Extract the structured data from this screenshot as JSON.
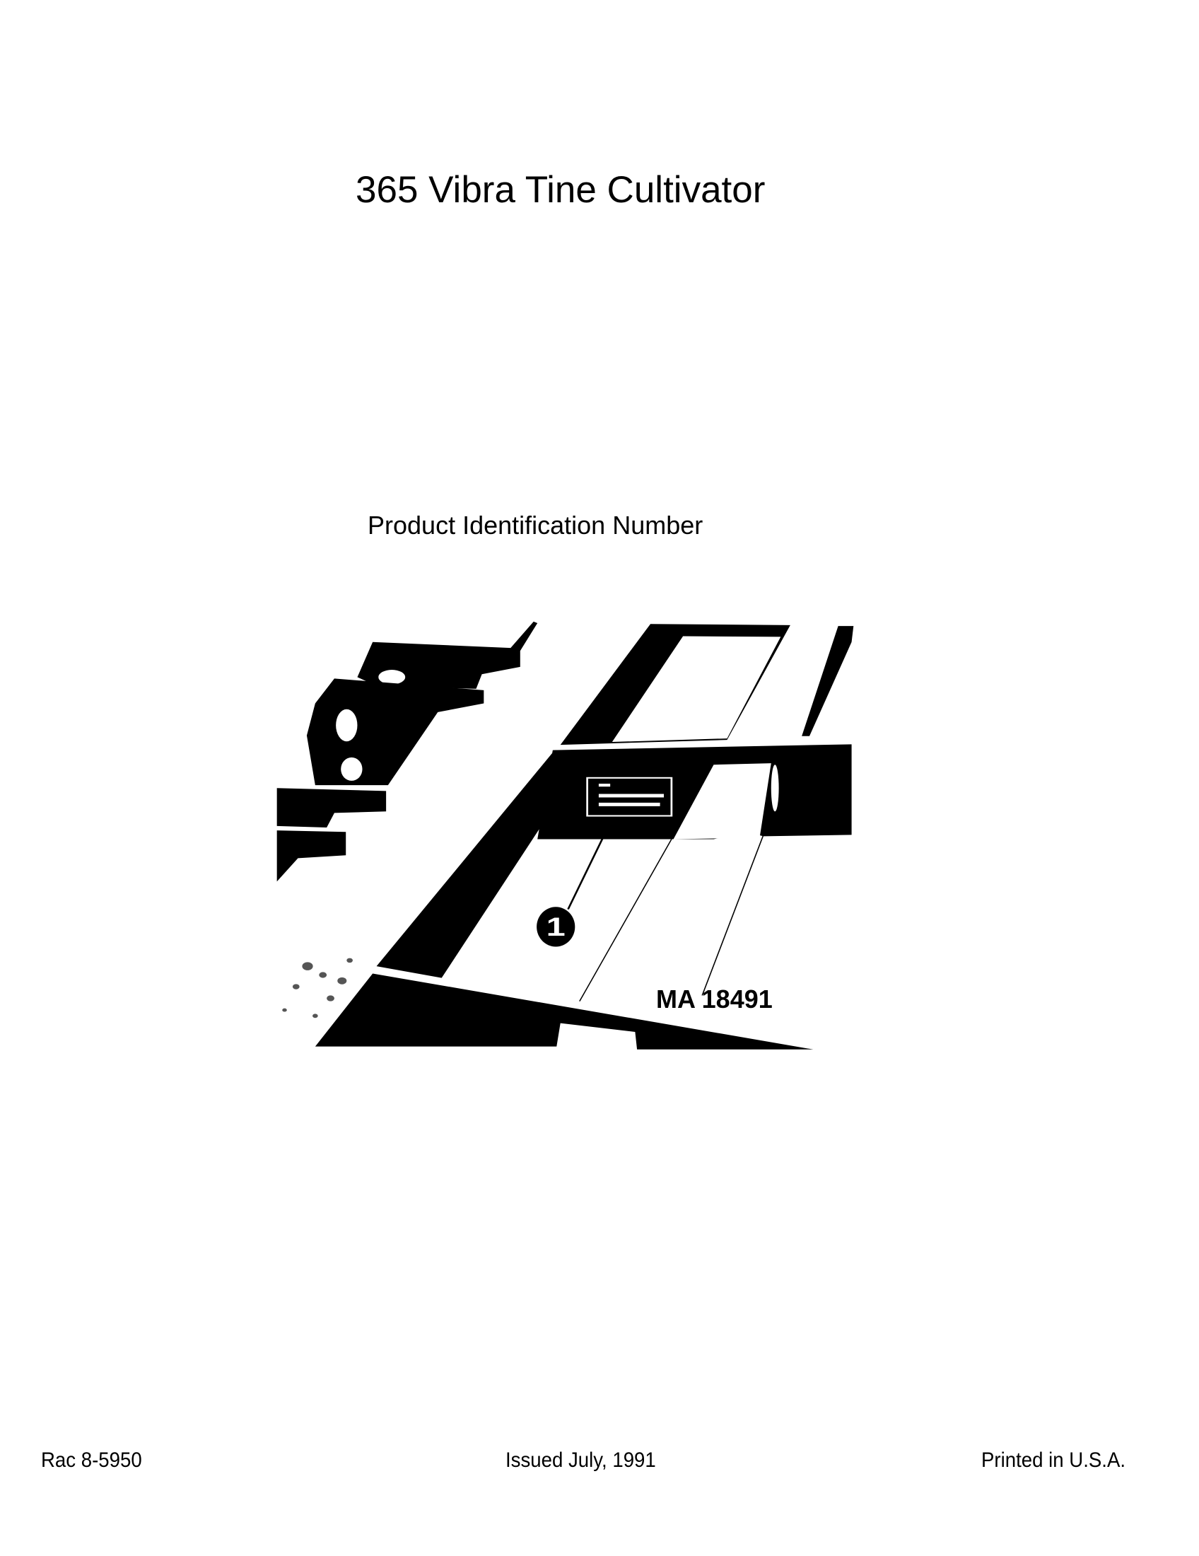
{
  "document": {
    "title": "365 Vibra Tine Cultivator",
    "subtitle": "Product Identification Number",
    "figure": {
      "callout_number": "1",
      "figure_id": "MA 18491"
    },
    "footer": {
      "publication_number": "Rac 8-5950",
      "issue_date": "Issued July, 1991",
      "printed": "Printed in U.S.A."
    }
  }
}
